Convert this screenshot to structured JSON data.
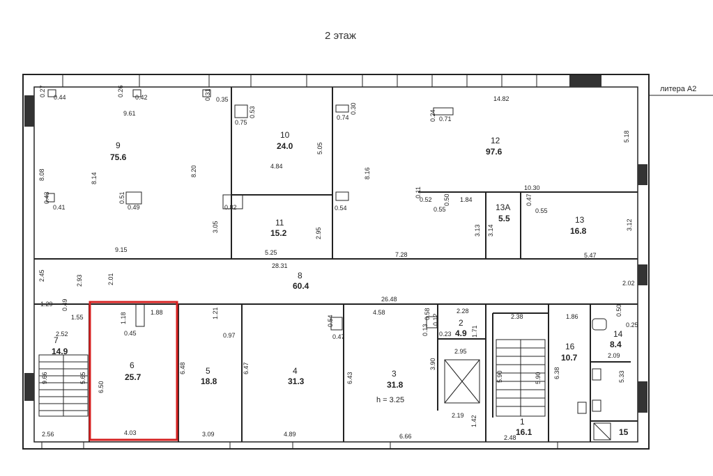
{
  "plan": {
    "title": "2 этаж",
    "building_label": "литера A2",
    "highlight_color": "#d62020",
    "rooms": [
      {
        "id": "room-9",
        "number": "9",
        "area": "75.6"
      },
      {
        "id": "room-10",
        "number": "10",
        "area": "24.0"
      },
      {
        "id": "room-11",
        "number": "11",
        "area": "15.2"
      },
      {
        "id": "room-12",
        "number": "12",
        "area": "97.6"
      },
      {
        "id": "room-13a",
        "number": "13A",
        "area": "5.5"
      },
      {
        "id": "room-13",
        "number": "13",
        "area": "16.8"
      },
      {
        "id": "room-8",
        "number": "8",
        "area": "60.4"
      },
      {
        "id": "room-7",
        "number": "7",
        "area": "14.9"
      },
      {
        "id": "room-6",
        "number": "6",
        "area": "25.7"
      },
      {
        "id": "room-5",
        "number": "5",
        "area": "18.8"
      },
      {
        "id": "room-4",
        "number": "4",
        "area": "31.3"
      },
      {
        "id": "room-3",
        "number": "3",
        "area": "31.8"
      },
      {
        "id": "room-2",
        "number": "2",
        "area": "4.9"
      },
      {
        "id": "room-1",
        "number": "1",
        "area": "16.1"
      },
      {
        "id": "room-16",
        "number": "16",
        "area": "10.7"
      },
      {
        "id": "room-14",
        "number": "14",
        "area": "8.4"
      },
      {
        "id": "room-15",
        "number": "15",
        "area": ""
      }
    ],
    "height_note": "h = 3.25",
    "dimensions": [
      "0.27",
      "0.44",
      "0.26",
      "0.42",
      "9.61",
      "0.31",
      "0.35",
      "0.53",
      "0.75",
      "0.30",
      "0.74",
      "14.82",
      "0.24",
      "0.71",
      "5.18",
      "8.08",
      "8.14",
      "8.20",
      "0.43",
      "0.41",
      "0.51",
      "0.49",
      "5.05",
      "4.84",
      "8.16",
      "0.82",
      "0.54",
      "0.11",
      "0.52",
      "0.55",
      "0.50",
      "1.84",
      "10.30",
      "0.47",
      "0.55",
      "3.05",
      "2.95",
      "3.13",
      "3.14",
      "3.12",
      "9.15",
      "5.25",
      "28.31",
      "7.28",
      "5.47",
      "2.45",
      "2.93",
      "2.01",
      "2.02",
      "1.29",
      "0.49",
      "1.55",
      "1.18",
      "1.88",
      "1.21",
      "26.48",
      "4.58",
      "0.58",
      "0.12",
      "2.28",
      "0.54",
      "0.47",
      "2.38",
      "1.86",
      "0.50",
      "0.25",
      "2.52",
      "0.45",
      "0.97",
      "0.13",
      "0.23",
      "1.71",
      "2.95",
      "2.09",
      "6.48",
      "6.47",
      "6.43",
      "3.90",
      "5.90",
      "5.90",
      "6.38",
      "5.33",
      "9.66",
      "5.65",
      "6.50",
      "2.19",
      "1.42",
      "2.56",
      "4.03",
      "3.09",
      "4.89",
      "6.66",
      "2.48"
    ]
  }
}
